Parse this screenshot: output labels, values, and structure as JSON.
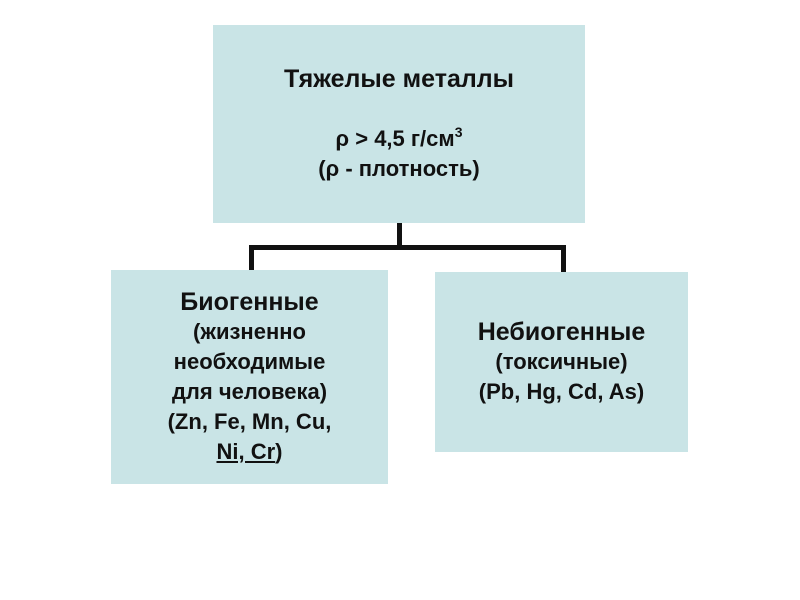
{
  "diagram": {
    "root": {
      "title": "Тяжелые металлы",
      "density_prefix": "ρ > 4,5 г/см",
      "density_exp": "3",
      "density_note": "(ρ - плотность)"
    },
    "left": {
      "title": "Биогенные",
      "lines": [
        "(жизненно",
        "необходимые",
        "для человека)",
        "(Zn, Fe, Mn, Cu,"
      ],
      "last_underlined": "Ni, Cr",
      "last_tail": ")"
    },
    "right": {
      "title": "Небиогенные",
      "lines": [
        "(токсичные)",
        "(Pb, Hg, Cd, As)"
      ]
    }
  }
}
